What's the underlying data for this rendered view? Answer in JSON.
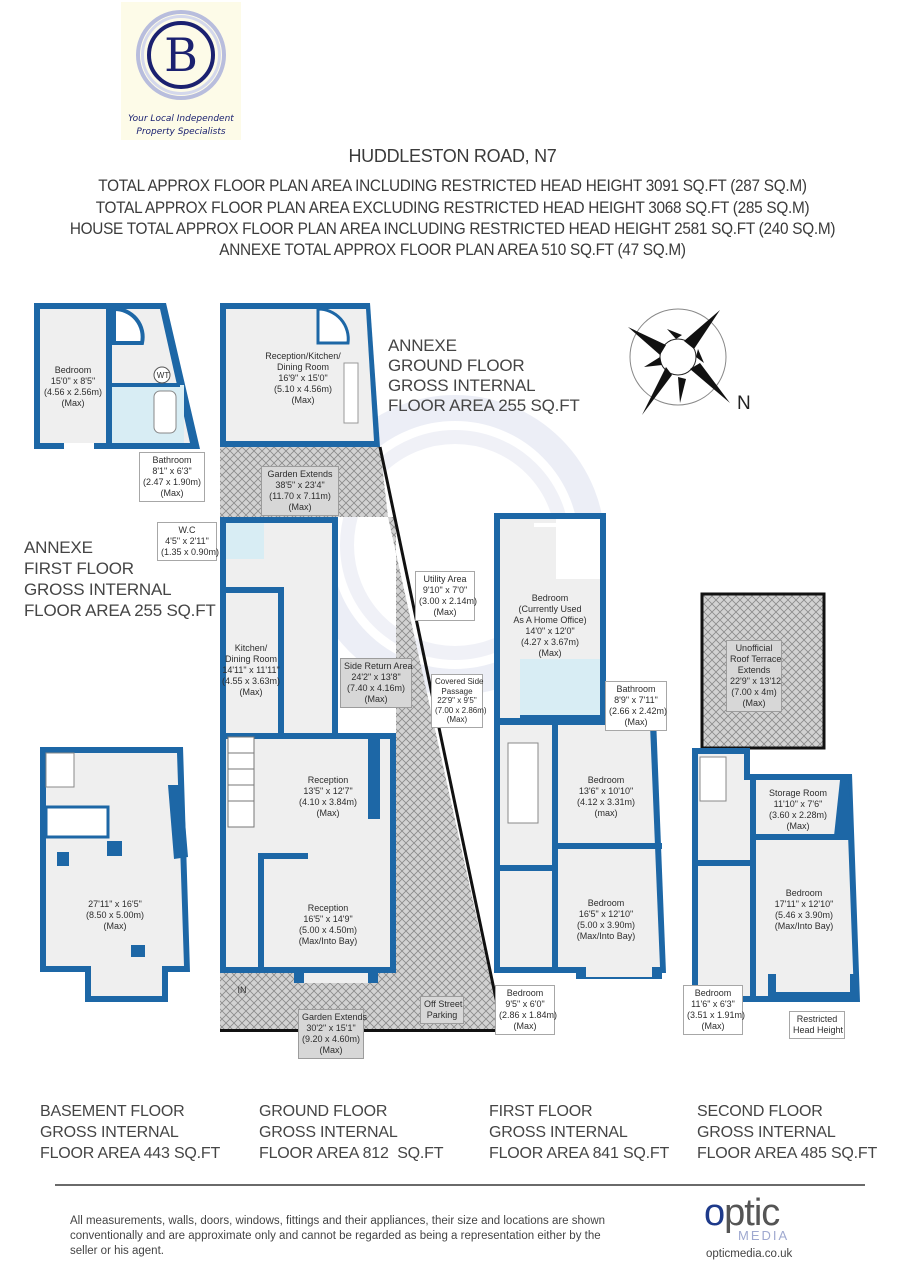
{
  "logo": {
    "letter": "B",
    "tagline_line1": "Your Local Independent",
    "tagline_line2": "Property Specialists",
    "colors": {
      "navy": "#1b2170",
      "ring": "#b8bddd",
      "background": "#fdfbe8"
    }
  },
  "header": {
    "title": "HUDDLESTON ROAD, N7",
    "stats": [
      "TOTAL APPROX FLOOR PLAN AREA INCLUDING RESTRICTED HEAD HEIGHT 3091 SQ.FT (287 SQ.M)",
      "TOTAL APPROX FLOOR PLAN AREA EXCLUDING RESTRICTED HEAD HEIGHT 3068 SQ.FT (285 SQ.M)",
      "HOUSE TOTAL APPROX FLOOR PLAN AREA INCLUDING RESTRICTED HEAD HEIGHT 2581 SQ.FT (240 SQ.M)",
      "ANNEXE TOTAL APPROX FLOOR PLAN AREA 510 SQ.FT (47 SQ.M)"
    ]
  },
  "compass": {
    "icon": "compass-rose-icon",
    "north_label": "N"
  },
  "colors": {
    "wall": "#1d67a6",
    "room": "#efefef",
    "bathroom": "#d8edf4",
    "outdoor_hatch": "#cfcfcf"
  },
  "floors": {
    "annexe_ground": {
      "line1": "ANNEXE",
      "line2": "GROUND FLOOR",
      "line3": "GROSS INTERNAL",
      "line4": "FLOOR AREA 255 SQ.FT"
    },
    "annexe_first": {
      "line1": "ANNEXE",
      "line2": "FIRST FLOOR",
      "line3": "GROSS INTERNAL",
      "line4": "FLOOR AREA 255 SQ.FT"
    },
    "basement": {
      "line1": "BASEMENT FLOOR",
      "line2": "GROSS INTERNAL",
      "line3": "FLOOR AREA 443 SQ.FT"
    },
    "ground": {
      "line1": "GROUND FLOOR",
      "line2": "GROSS INTERNAL",
      "line3": "FLOOR AREA 812  SQ.FT"
    },
    "first": {
      "line1": "FIRST FLOOR",
      "line2": "GROSS INTERNAL",
      "line3": "FLOOR AREA 841 SQ.FT"
    },
    "second": {
      "line1": "SECOND FLOOR",
      "line2": "GROSS INTERNAL",
      "line3": "FLOOR AREA 485 SQ.FT"
    }
  },
  "rooms": {
    "annexe_bedroom": {
      "name": "Bedroom",
      "imperial": "15'0\" x 8'5\"",
      "metric": "(4.56 x 2.56m)",
      "note": "(Max)"
    },
    "annexe_wt": {
      "name": "WT"
    },
    "annexe_bathroom": {
      "name": "Bathroom",
      "imperial": "8'1\" x 6'3\"",
      "metric": "(2.47 x 1.90m)",
      "note": "(Max)"
    },
    "annexe_reception": {
      "name1": "Reception/Kitchen/",
      "name2": "Dining Room",
      "imperial": "16'9\" x 15'0\"",
      "metric": "(5.10 x 4.56m)",
      "note": "(Max)"
    },
    "garden_rear": {
      "name": "Garden Extends",
      "imperial": "38'5\" x 23'4\"",
      "metric": "(11.70 x 7.11m)",
      "note": "(Max)"
    },
    "wc": {
      "name": "W.C",
      "imperial": "4'5\" x 2'11\"",
      "metric": "(1.35 x 0.90m)"
    },
    "utility": {
      "name": "Utility Area",
      "imperial": "9'10\" x 7'0\"",
      "metric": "(3.00 x 2.14m)",
      "note": "(Max)"
    },
    "kitchen": {
      "name1": "Kitchen/",
      "name2": "Dining Room",
      "imperial": "14'11\" x 11'11\"",
      "metric": "(4.55 x 3.63m)",
      "note": "(Max)"
    },
    "side_return": {
      "name": "Side Return Area",
      "imperial": "24'2\" x 13'8\"",
      "metric": "(7.40 x 4.16m)",
      "note": "(Max)"
    },
    "covered_passage": {
      "name1": "Covered Side",
      "name2": "Passage",
      "imperial": "22'9\" x 9'5\"",
      "metric": "(7.00 x 2.86m)",
      "note": "(Max)"
    },
    "reception_rear": {
      "name": "Reception",
      "imperial": "13'5\" x 12'7\"",
      "metric": "(4.10 x 3.84m)",
      "note": "(Max)"
    },
    "reception_front": {
      "name": "Reception",
      "imperial": "16'5\" x 14'9\"",
      "metric": "(5.00 x 4.50m)",
      "note": "(Max/Into Bay)"
    },
    "entrance": {
      "name": "IN"
    },
    "garden_front": {
      "name": "Garden Extends",
      "imperial": "30'2\" x 15'1\"",
      "metric": "(9.20 x 4.60m)",
      "note": "(Max)"
    },
    "parking": {
      "name1": "Off Street",
      "name2": "Parking"
    },
    "basement_room": {
      "imperial": "27'11\" x 16'5\"",
      "metric": "(8.50 x 5.00m)",
      "note": "(Max)"
    },
    "first_office": {
      "name1": "Bedroom",
      "name2": "(Currently Used",
      "name3": "As A Home Office)",
      "imperial": "14'0\" x 12'0\"",
      "metric": "(4.27 x 3.67m)",
      "note": "(Max)"
    },
    "first_bathroom": {
      "name": "Bathroom",
      "imperial": "8'9\" x 7'11\"",
      "metric": "(2.66 x 2.42m)",
      "note": "(Max)"
    },
    "first_bed_rear": {
      "name": "Bedroom",
      "imperial": "13'6\" x 10'10\"",
      "metric": "(4.12 x 3.31m)",
      "note": "(max)"
    },
    "first_bed_front": {
      "name": "Bedroom",
      "imperial": "16'5\" x 12'10\"",
      "metric": "(5.00 x 3.90m)",
      "note": "(Max/Into Bay)"
    },
    "first_bed_small": {
      "name": "Bedroom",
      "imperial": "9'5\" x 6'0\"",
      "metric": "(2.86 x 1.84m)",
      "note": "(Max)"
    },
    "roof_terrace": {
      "name1": "Unofficial",
      "name2": "Roof Terrace",
      "name3": "Extends",
      "imperial": "22'9\" x 13'12",
      "metric": "(7.00 x 4m)",
      "note": "(Max)"
    },
    "storage": {
      "name": "Storage Room",
      "imperial": "11'10\" x 7'6\"",
      "metric": "(3.60 x 2.28m)",
      "note": "(Max)"
    },
    "second_bed_front": {
      "name": "Bedroom",
      "imperial": "17'11\" x 12'10\"",
      "metric": "(5.46 x 3.90m)",
      "note": "(Max/Into Bay)"
    },
    "second_bed_small": {
      "name": "Bedroom",
      "imperial": "11'6\" x 6'3\"",
      "metric": "(3.51 x 1.91m)",
      "note": "(Max)"
    },
    "restricted": {
      "name1": "Restricted",
      "name2": "Head Height"
    }
  },
  "footer": {
    "disclaimer": "All measurements, walls, doors, windows, fittings and their appliances, their size and locations are shown conventionally and are approximate only and cannot be regarded as being a representation either by the seller or his agent.",
    "brand_word_o": "o",
    "brand_word_rest": "ptic",
    "brand_sub": "MEDIA",
    "brand_url": "opticmedia.co.uk"
  }
}
